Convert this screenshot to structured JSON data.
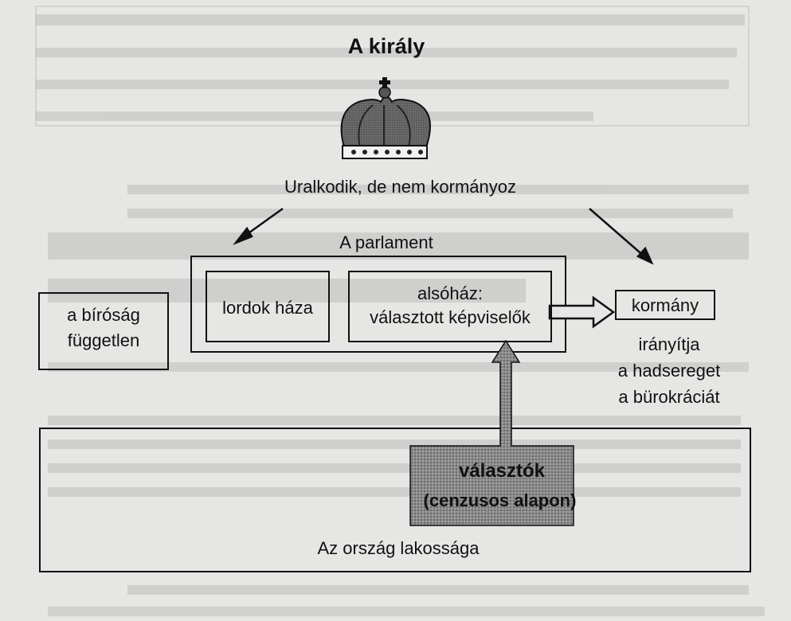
{
  "title": "A király",
  "slogan": "Uralkodik, de nem kormányoz",
  "parliament": {
    "label": "A parlament",
    "lords": "lordok háza",
    "commons_line1": "alsóház:",
    "commons_line2": "választott képviselők"
  },
  "court": {
    "line1": "a bíróság",
    "line2": "független"
  },
  "government": {
    "line1": "kormány",
    "line2": "irányítja",
    "line3": "a hadsereget",
    "line4": "a bürokráciát"
  },
  "voters": {
    "line1": "választók",
    "line2": "(cenzusos alapon)"
  },
  "population": "Az ország lakossága",
  "icons": {
    "crown": "crown-icon"
  }
}
